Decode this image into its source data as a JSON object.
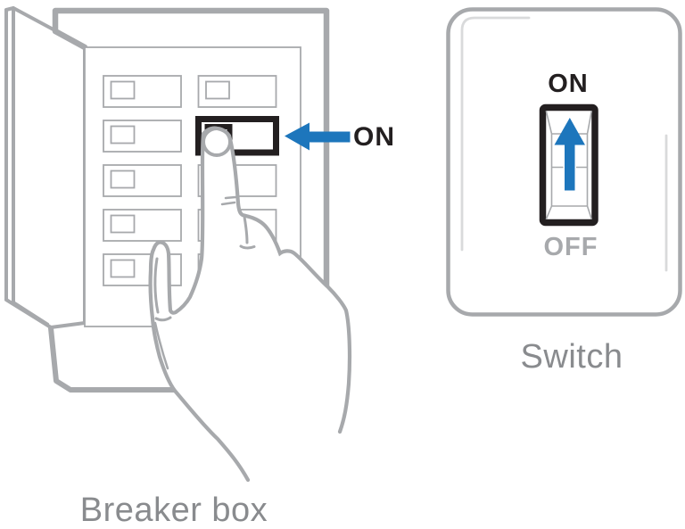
{
  "figure": {
    "breaker_box": {
      "caption": "Breaker box",
      "callout_on_label": "ON"
    },
    "switch_plate": {
      "caption": "Switch",
      "on_label": "ON",
      "off_label": "OFF"
    }
  },
  "icons": {
    "breaker_callout": "left-arrow-icon",
    "switch_direction": "up-arrow-icon"
  },
  "colors": {
    "outline_gray": "#a7a9ac",
    "highlight_gray": "#d9dadb",
    "label_gray": "#898b8e",
    "ink_black": "#231f20",
    "accent_blue": "#1d76bc"
  }
}
